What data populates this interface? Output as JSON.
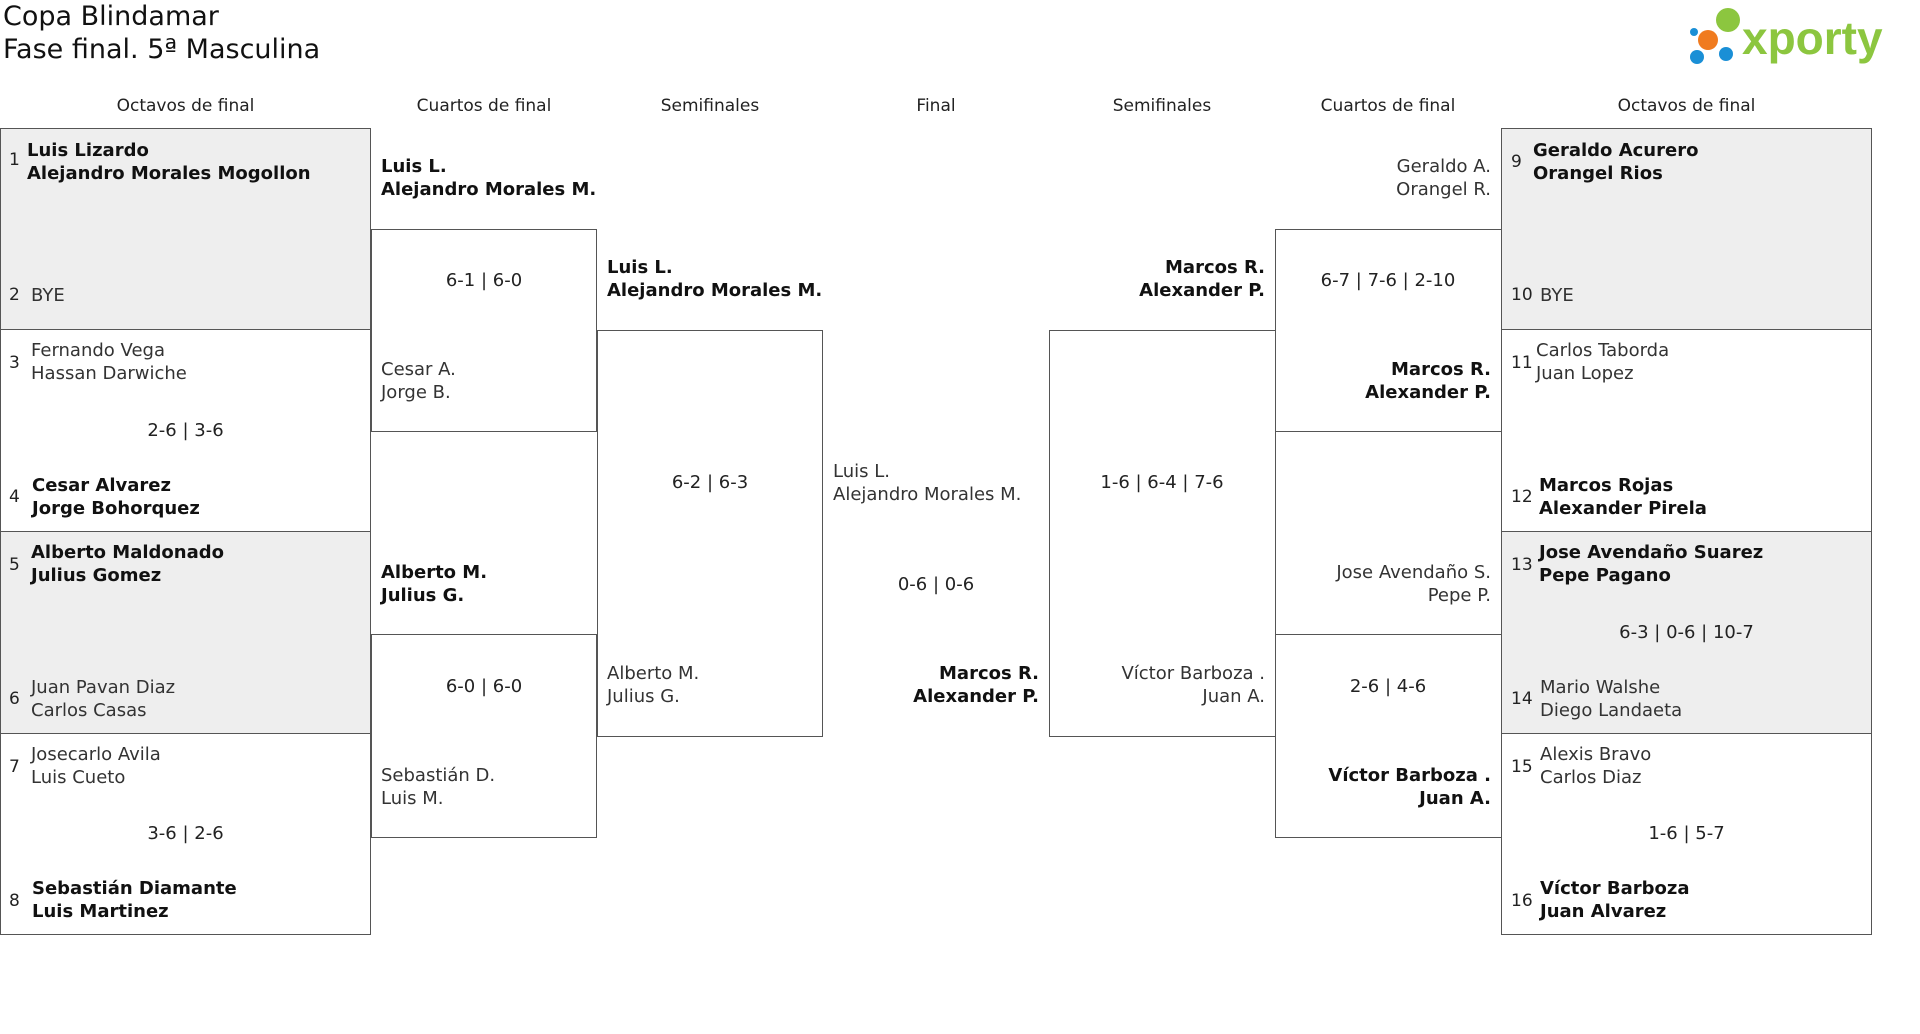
{
  "header": {
    "title_line1": "Copa Blindamar",
    "title_line2": "Fase final. 5ª Masculina",
    "logo_text": "xporty",
    "logo_colors": {
      "blue": "#1a8fd6",
      "orange": "#f07b1f",
      "green": "#8cc63f",
      "text": "#8cc63f"
    }
  },
  "columns": {
    "left_r16": "Octavos de final",
    "left_qf": "Cuartos de final",
    "left_sf": "Semifinales",
    "final": "Final",
    "right_sf": "Semifinales",
    "right_qf": "Cuartos de final",
    "right_r16": "Octavos de final"
  },
  "left_r16": [
    {
      "seed_a": "1",
      "a1": "Luis Lizardo",
      "a2": "Alejandro Morales Mogollon",
      "seed_b": "2",
      "b1": "BYE",
      "b2": "",
      "score": ""
    },
    {
      "seed_a": "3",
      "a1": "Fernando Vega",
      "a2": "Hassan Darwiche",
      "seed_b": "4",
      "b1": "Cesar Alvarez",
      "b2": "Jorge Bohorquez",
      "score": "2-6 | 3-6"
    },
    {
      "seed_a": "5",
      "a1": "Alberto Maldonado",
      "a2": "Julius Gomez",
      "seed_b": "6",
      "b1": "Juan Pavan Diaz",
      "b2": "Carlos Casas",
      "score": ""
    },
    {
      "seed_a": "7",
      "a1": "Josecarlo Avila",
      "a2": "Luis Cueto",
      "seed_b": "8",
      "b1": "Sebastián Diamante",
      "b2": "Luis Martinez",
      "score": "3-6 | 2-6"
    }
  ],
  "left_qf": [
    {
      "a1": "Luis L.",
      "a2": "Alejandro Morales M.",
      "score": "6-1 | 6-0",
      "b1": "Cesar A.",
      "b2": "Jorge B."
    },
    {
      "a1": "Alberto M.",
      "a2": "Julius G.",
      "score": "6-0 | 6-0",
      "b1": "Sebastián D.",
      "b2": "Luis M."
    }
  ],
  "left_sf": {
    "a1": "Luis L.",
    "a2": "Alejandro Morales M.",
    "score": "6-2 | 6-3",
    "b1": "Alberto M.",
    "b2": "Julius G."
  },
  "final": {
    "a1": "Luis L.",
    "a2": "Alejandro Morales M.",
    "score": "0-6 | 0-6",
    "b1": "Marcos R.",
    "b2": "Alexander P."
  },
  "right_sf": {
    "a1": "Marcos R.",
    "a2": "Alexander P.",
    "score": "1-6 | 6-4 | 7-6",
    "b1": "Víctor Barboza .",
    "b2": "Juan A."
  },
  "right_qf": [
    {
      "a1": "Geraldo A.",
      "a2": "Orangel R.",
      "score": "6-7 | 7-6 | 2-10",
      "b1": "Marcos R.",
      "b2": "Alexander P."
    },
    {
      "a1": "Jose Avendaño S.",
      "a2": "Pepe P.",
      "score": "2-6 | 4-6",
      "b1": "Víctor Barboza .",
      "b2": "Juan A."
    }
  ],
  "right_r16": [
    {
      "seed_a": "9",
      "a1": "Geraldo Acurero",
      "a2": "Orangel Rios",
      "seed_b": "10",
      "b1": "BYE",
      "b2": "",
      "score": ""
    },
    {
      "seed_a": "11",
      "a1": "Carlos Taborda",
      "a2": "Juan Lopez",
      "seed_b": "12",
      "b1": "Marcos Rojas",
      "b2": "Alexander Pirela",
      "score": ""
    },
    {
      "seed_a": "13",
      "a1": "Jose Avendaño Suarez",
      "a2": "Pepe Pagano",
      "seed_b": "14",
      "b1": "Mario Walshe",
      "b2": "Diego Landaeta",
      "score": "6-3 | 0-6 | 10-7"
    },
    {
      "seed_a": "15",
      "a1": "Alexis Bravo",
      "a2": "Carlos Diaz",
      "seed_b": "16",
      "b1": "Víctor Barboza",
      "b2": "Juan Alvarez",
      "score": "1-6 | 5-7"
    }
  ]
}
